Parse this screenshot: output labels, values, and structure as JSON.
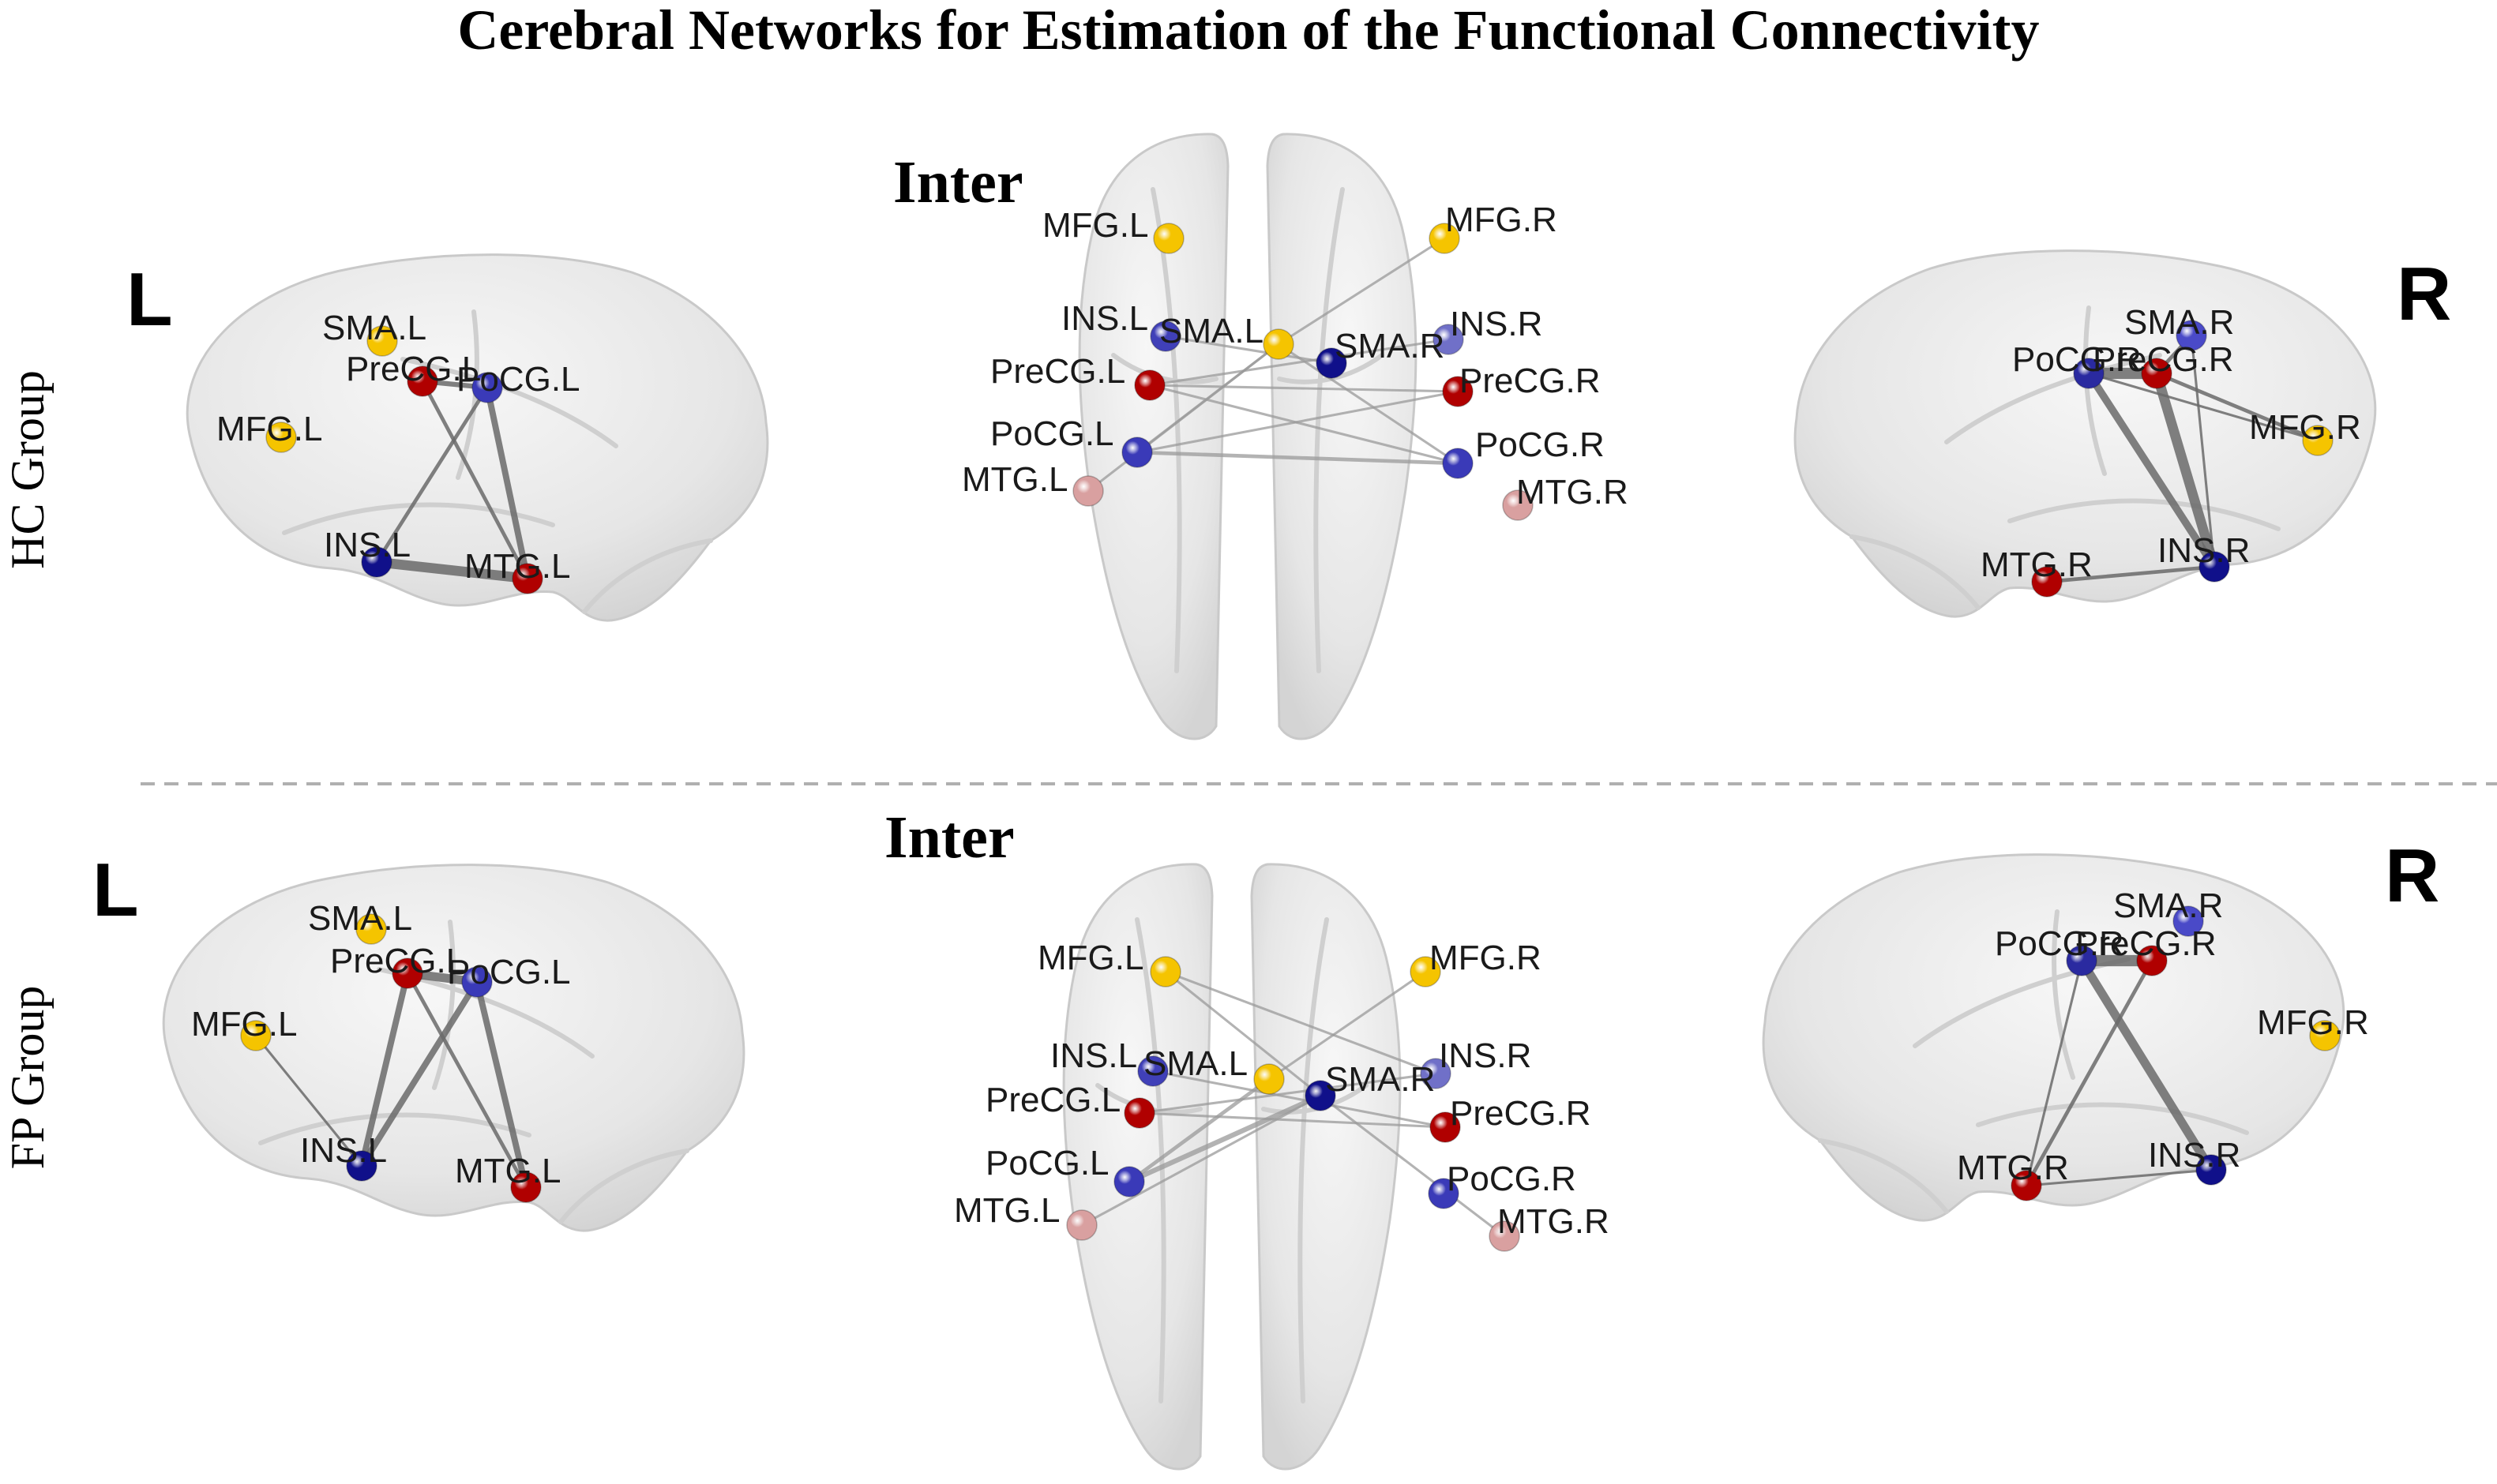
{
  "title": "Cerebral Networks for Estimation of the Functional Connectivity",
  "groups": [
    {
      "label": "HC Group",
      "views": {
        "left": {
          "side_label": "L",
          "nodes": [
            {
              "id": "SMA.L",
              "label": "SMA.L",
              "color": "#f5c400"
            },
            {
              "id": "PreCG.L",
              "label": "PreCG.L",
              "color": "#b00000"
            },
            {
              "id": "PoCG.L",
              "label": "PoCG.L",
              "color": "#3a3ab8"
            },
            {
              "id": "MFG.L",
              "label": "MFG.L",
              "color": "#f5c400"
            },
            {
              "id": "INS.L",
              "label": "INS.L",
              "color": "#10108a"
            },
            {
              "id": "MTG.L",
              "label": "MTG.L",
              "color": "#b00000"
            }
          ],
          "edges": [
            {
              "from": "PreCG.L",
              "to": "PoCG.L",
              "weight": 3
            },
            {
              "from": "PoCG.L",
              "to": "INS.L",
              "weight": 2
            },
            {
              "from": "PoCG.L",
              "to": "MTG.L",
              "weight": 4
            },
            {
              "from": "PreCG.L",
              "to": "MTG.L",
              "weight": 2
            },
            {
              "from": "INS.L",
              "to": "MTG.L",
              "weight": 7
            }
          ]
        },
        "inter": {
          "view_label": "Inter",
          "nodes": [
            {
              "id": "MFG.L",
              "label": "MFG.L",
              "color": "#f5c400"
            },
            {
              "id": "MFG.R",
              "label": "MFG.R",
              "color": "#f5c400"
            },
            {
              "id": "INS.L",
              "label": "INS.L",
              "color": "#4040b8"
            },
            {
              "id": "SMA.L",
              "label": "SMA.L",
              "color": "#f5c400"
            },
            {
              "id": "SMA.R",
              "label": "SMA.R",
              "color": "#10108a"
            },
            {
              "id": "INS.R",
              "label": "INS.R",
              "color": "#7070c8"
            },
            {
              "id": "PreCG.L",
              "label": "PreCG.L",
              "color": "#b00000"
            },
            {
              "id": "PreCG.R",
              "label": "PreCG.R",
              "color": "#b00000"
            },
            {
              "id": "PoCG.L",
              "label": "PoCG.L",
              "color": "#3a3ab8"
            },
            {
              "id": "PoCG.R",
              "label": "PoCG.R",
              "color": "#3a3ab8"
            },
            {
              "id": "MTG.L",
              "label": "MTG.L",
              "color": "#d9a0a0"
            },
            {
              "id": "MTG.R",
              "label": "MTG.R",
              "color": "#d9a0a0"
            }
          ],
          "edges": [
            {
              "from": "SMA.L",
              "to": "MFG.R",
              "weight": 1
            },
            {
              "from": "PreCG.L",
              "to": "PreCG.R",
              "weight": 1
            },
            {
              "from": "PreCG.L",
              "to": "PoCG.R",
              "weight": 1
            },
            {
              "from": "PoCG.L",
              "to": "PoCG.R",
              "weight": 2
            },
            {
              "from": "PoCG.L",
              "to": "PreCG.R",
              "weight": 1
            },
            {
              "from": "SMA.L",
              "to": "PoCG.R",
              "weight": 1
            },
            {
              "from": "SMA.L",
              "to": "PoCG.L",
              "weight": 1
            },
            {
              "from": "INS.L",
              "to": "SMA.R",
              "weight": 1
            },
            {
              "from": "MTG.L",
              "to": "SMA.L",
              "weight": 1
            },
            {
              "from": "INS.R",
              "to": "PreCG.L",
              "weight": 1
            }
          ]
        },
        "right": {
          "side_label": "R",
          "nodes": [
            {
              "id": "SMA.R",
              "label": "SMA.R",
              "color": "#4a4ac8"
            },
            {
              "id": "PoCG.R",
              "label": "PoCG.R",
              "color": "#2a2aa0"
            },
            {
              "id": "PreCG.R",
              "label": "PreCG.R",
              "color": "#b00000"
            },
            {
              "id": "MFG.R",
              "label": "MFG.R",
              "color": "#f5c400"
            },
            {
              "id": "MTG.R",
              "label": "MTG.R",
              "color": "#b00000"
            },
            {
              "id": "INS.R",
              "label": "INS.R",
              "color": "#10108a"
            }
          ],
          "edges": [
            {
              "from": "PoCG.R",
              "to": "PreCG.R",
              "weight": 8
            },
            {
              "from": "PoCG.R",
              "to": "INS.R",
              "weight": 5
            },
            {
              "from": "PreCG.R",
              "to": "INS.R",
              "weight": 7
            },
            {
              "from": "SMA.R",
              "to": "PreCG.R",
              "weight": 2
            },
            {
              "from": "PreCG.R",
              "to": "MFG.R",
              "weight": 2
            },
            {
              "from": "PoCG.R",
              "to": "MFG.R",
              "weight": 1
            },
            {
              "from": "MTG.R",
              "to": "INS.R",
              "weight": 2
            },
            {
              "from": "SMA.R",
              "to": "INS.R",
              "weight": 1
            }
          ]
        }
      }
    },
    {
      "label": "FP Group",
      "views": {
        "left": {
          "side_label": "L",
          "nodes": [
            {
              "id": "SMA.L",
              "label": "SMA.L",
              "color": "#f5c400"
            },
            {
              "id": "PreCG.L",
              "label": "PreCG.L",
              "color": "#b00000"
            },
            {
              "id": "PoCG.L",
              "label": "PoCG.L",
              "color": "#3a3ab8"
            },
            {
              "id": "MFG.L",
              "label": "MFG.L",
              "color": "#f5c400"
            },
            {
              "id": "INS.L",
              "label": "INS.L",
              "color": "#10108a"
            },
            {
              "id": "MTG.L",
              "label": "MTG.L",
              "color": "#b00000"
            }
          ],
          "edges": [
            {
              "from": "PreCG.L",
              "to": "PoCG.L",
              "weight": 6
            },
            {
              "from": "PreCG.L",
              "to": "INS.L",
              "weight": 4
            },
            {
              "from": "PoCG.L",
              "to": "INS.L",
              "weight": 4
            },
            {
              "from": "PoCG.L",
              "to": "MTG.L",
              "weight": 4
            },
            {
              "from": "PreCG.L",
              "to": "MTG.L",
              "weight": 2
            },
            {
              "from": "MFG.L",
              "to": "INS.L",
              "weight": 1
            }
          ]
        },
        "inter": {
          "view_label": "Inter",
          "nodes": [
            {
              "id": "MFG.L",
              "label": "MFG.L",
              "color": "#f5c400"
            },
            {
              "id": "MFG.R",
              "label": "MFG.R",
              "color": "#f5c400"
            },
            {
              "id": "INS.L",
              "label": "INS.L",
              "color": "#4040b8"
            },
            {
              "id": "SMA.L",
              "label": "SMA.L",
              "color": "#f5c400"
            },
            {
              "id": "SMA.R",
              "label": "SMA.R",
              "color": "#10108a"
            },
            {
              "id": "INS.R",
              "label": "INS.R",
              "color": "#7070c8"
            },
            {
              "id": "PreCG.L",
              "label": "PreCG.L",
              "color": "#b00000"
            },
            {
              "id": "PreCG.R",
              "label": "PreCG.R",
              "color": "#b00000"
            },
            {
              "id": "PoCG.L",
              "label": "PoCG.L",
              "color": "#3a3ab8"
            },
            {
              "id": "PoCG.R",
              "label": "PoCG.R",
              "color": "#3a3ab8"
            },
            {
              "id": "MTG.L",
              "label": "MTG.L",
              "color": "#d9a0a0"
            },
            {
              "id": "MTG.R",
              "label": "MTG.R",
              "color": "#d9a0a0"
            }
          ],
          "edges": [
            {
              "from": "MFG.L",
              "to": "SMA.R",
              "weight": 1
            },
            {
              "from": "MFG.L",
              "to": "INS.R",
              "weight": 1
            },
            {
              "from": "MFG.R",
              "to": "SMA.L",
              "weight": 1
            },
            {
              "from": "PoCG.L",
              "to": "SMA.R",
              "weight": 3
            },
            {
              "from": "PoCG.L",
              "to": "SMA.L",
              "weight": 2
            },
            {
              "from": "MTG.L",
              "to": "SMA.R",
              "weight": 1
            },
            {
              "from": "PreCG.L",
              "to": "PreCG.R",
              "weight": 1
            },
            {
              "from": "PreCG.L",
              "to": "INS.R",
              "weight": 1
            },
            {
              "from": "SMA.R",
              "to": "MTG.R",
              "weight": 1
            },
            {
              "from": "INS.L",
              "to": "PreCG.R",
              "weight": 1
            }
          ]
        },
        "right": {
          "side_label": "R",
          "nodes": [
            {
              "id": "SMA.R",
              "label": "SMA.R",
              "color": "#4a4ac8"
            },
            {
              "id": "PoCG.R",
              "label": "PoCG.R",
              "color": "#2a2aa0"
            },
            {
              "id": "PreCG.R",
              "label": "PreCG.R",
              "color": "#b00000"
            },
            {
              "id": "MFG.R",
              "label": "MFG.R",
              "color": "#f5c400"
            },
            {
              "id": "MTG.R",
              "label": "MTG.R",
              "color": "#b00000"
            },
            {
              "id": "INS.R",
              "label": "INS.R",
              "color": "#10108a"
            }
          ],
          "edges": [
            {
              "from": "PoCG.R",
              "to": "PreCG.R",
              "weight": 8
            },
            {
              "from": "PoCG.R",
              "to": "INS.R",
              "weight": 6
            },
            {
              "from": "PreCG.R",
              "to": "MTG.R",
              "weight": 2
            },
            {
              "from": "PoCG.R",
              "to": "MTG.R",
              "weight": 1
            },
            {
              "from": "MTG.R",
              "to": "INS.R",
              "weight": 1
            }
          ]
        }
      }
    }
  ]
}
